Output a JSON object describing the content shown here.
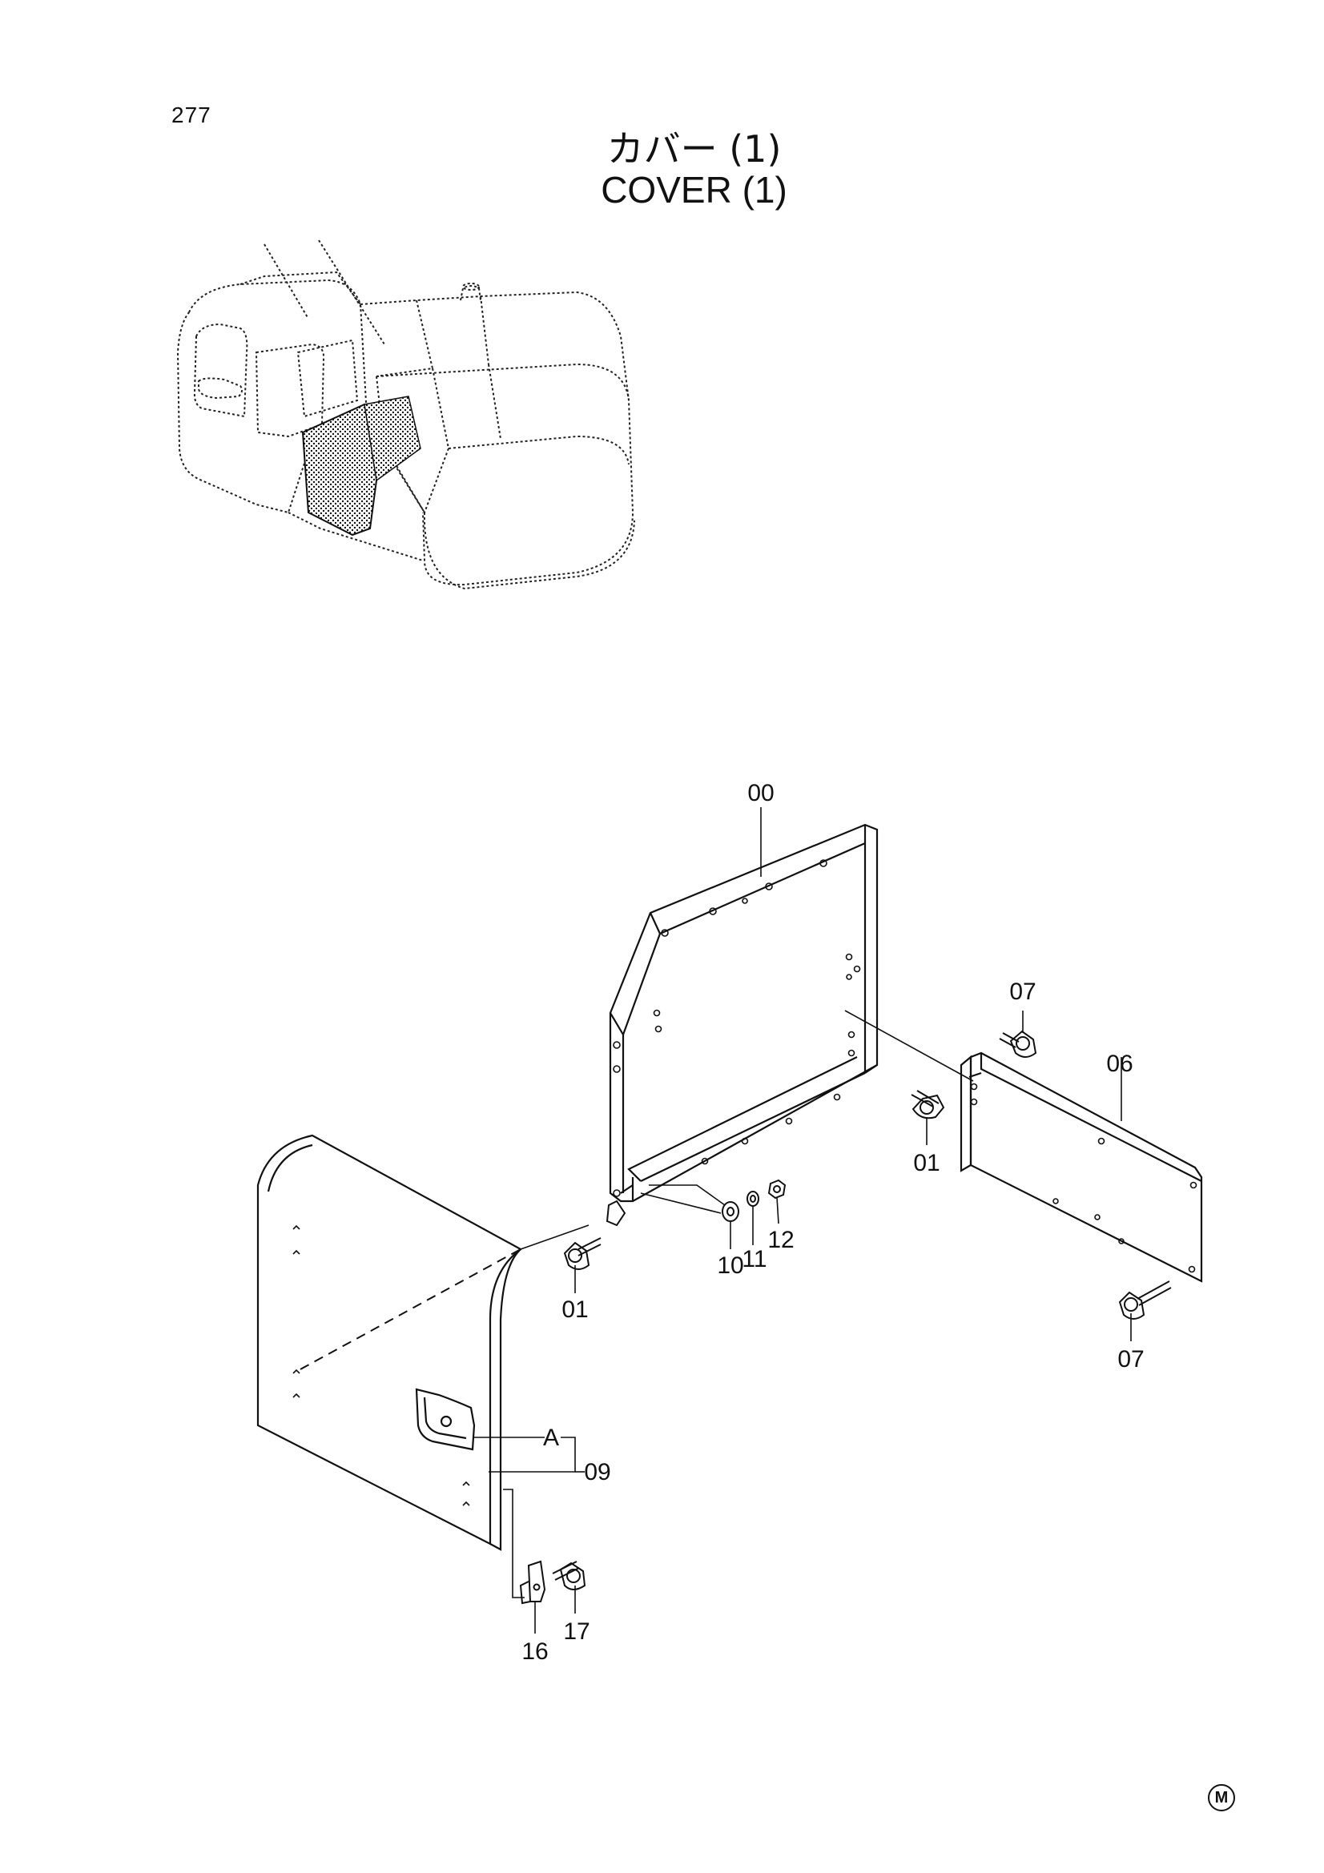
{
  "page": {
    "number": "277"
  },
  "title": {
    "japanese": "カバー (1)",
    "english": "COVER (1)"
  },
  "callouts": {
    "c00": "00",
    "c01a": "01",
    "c01b": "01",
    "c06": "06",
    "c07a": "07",
    "c07b": "07",
    "c09": "09",
    "c10": "10",
    "c11": "11",
    "c12": "12",
    "c16": "16",
    "c17": "17",
    "cA": "A"
  },
  "footer": {
    "mark": "M"
  }
}
